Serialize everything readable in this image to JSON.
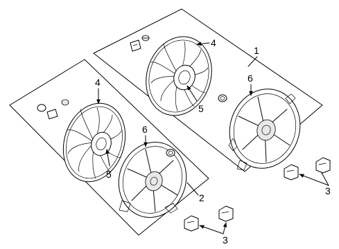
{
  "callouts": {
    "assembly_upper": "1",
    "assembly_lower": "2",
    "bracket_right": "3",
    "bracket_bottom": "3",
    "fan_upper": "4",
    "fan_lower": "4",
    "hub_upper": "5",
    "hub_lower": "5",
    "motor_upper": "6",
    "motor_lower": "6"
  },
  "style": {
    "line_color": "#000000",
    "background": "#ffffff"
  }
}
